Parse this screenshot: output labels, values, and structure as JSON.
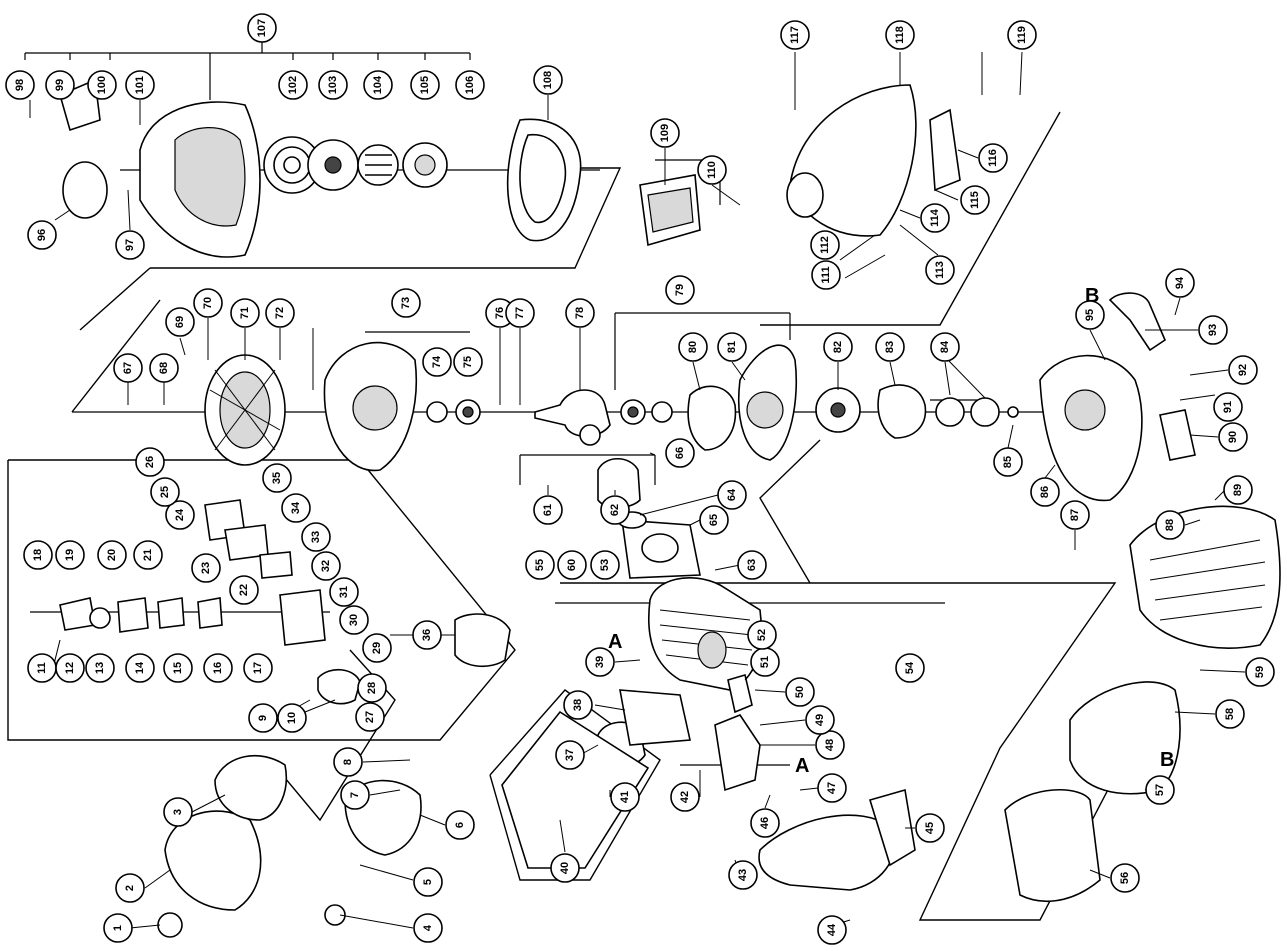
{
  "diagram": {
    "callouts": [
      "1",
      "2",
      "3",
      "4",
      "5",
      "6",
      "7",
      "8",
      "9",
      "10",
      "11",
      "12",
      "13",
      "14",
      "15",
      "16",
      "17",
      "18",
      "19",
      "20",
      "21",
      "22",
      "23",
      "24",
      "25",
      "26",
      "27",
      "28",
      "29",
      "30",
      "31",
      "32",
      "33",
      "34",
      "35",
      "36",
      "37",
      "38",
      "39",
      "40",
      "41",
      "42",
      "43",
      "44",
      "45",
      "46",
      "47",
      "48",
      "49",
      "50",
      "51",
      "52",
      "53",
      "54",
      "55",
      "56",
      "57",
      "58",
      "59",
      "60",
      "61",
      "62",
      "63",
      "64",
      "65",
      "66",
      "67",
      "68",
      "69",
      "70",
      "71",
      "72",
      "73",
      "74",
      "75",
      "76",
      "77",
      "78",
      "79",
      "80",
      "81",
      "82",
      "83",
      "84",
      "85",
      "86",
      "87",
      "88",
      "89",
      "90",
      "91",
      "92",
      "93",
      "94",
      "95",
      "96",
      "97",
      "98",
      "99",
      "100",
      "101",
      "102",
      "103",
      "104",
      "105",
      "106",
      "107",
      "108",
      "109",
      "110",
      "111",
      "112",
      "113",
      "114",
      "115",
      "116",
      "117",
      "118",
      "119"
    ],
    "reference_labels": [
      "A",
      "A",
      "B",
      "B"
    ]
  }
}
